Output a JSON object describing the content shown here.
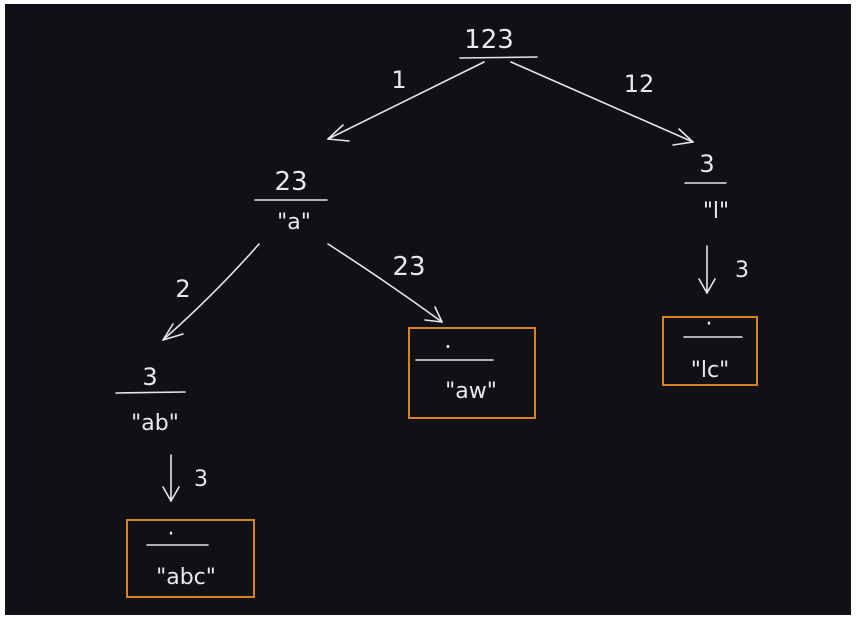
{
  "colors": {
    "background": "#0f1116",
    "ink": "#e9e9e9",
    "box_border": "#d7821c"
  },
  "nodes": {
    "root": {
      "top": "123"
    },
    "left_mid": {
      "top": "23",
      "bottom": "\"a\""
    },
    "right_mid": {
      "top": "3",
      "bottom": "\"l\""
    },
    "left_low": {
      "top": "3",
      "bottom": "\"ab\""
    },
    "box_aw": {
      "top": "·",
      "bottom": "\"aw\""
    },
    "box_lc": {
      "top": "·",
      "bottom": "\"lc\""
    },
    "box_abc": {
      "top": "·",
      "bottom": "\"abc\""
    }
  },
  "edges": {
    "root_left": "1",
    "root_right": "12",
    "mid_left": "2",
    "mid_right": "23",
    "right_down": "3",
    "left_down": "3"
  }
}
